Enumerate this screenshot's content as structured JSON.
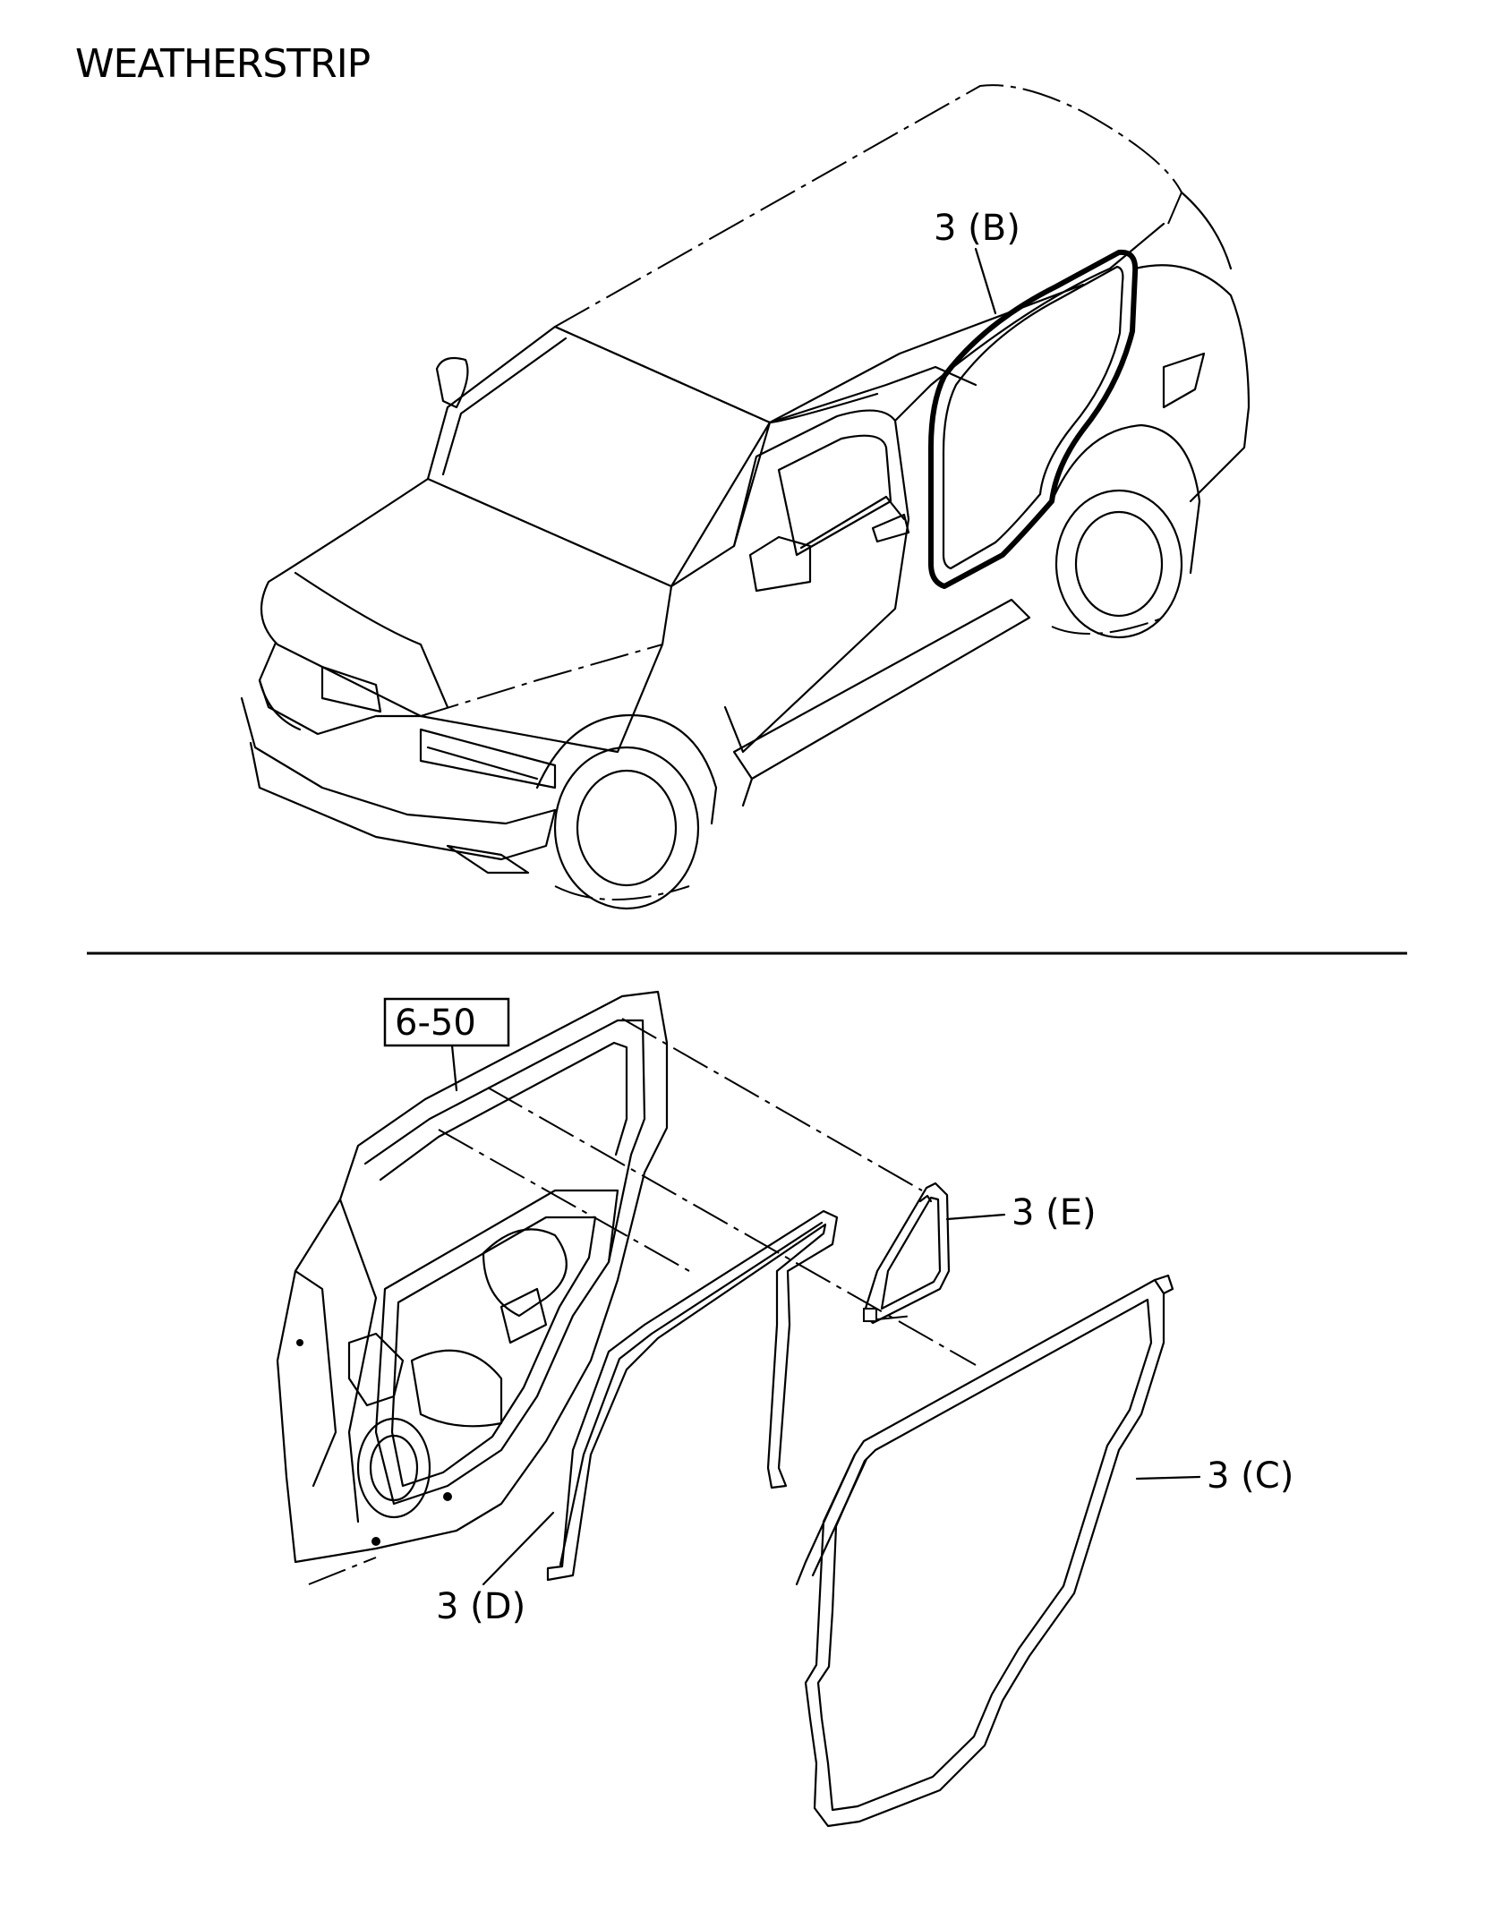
{
  "title": "WEATHERSTRIP",
  "callouts": [
    {
      "id": "b",
      "text": "3 (B)"
    },
    {
      "id": "c",
      "text": "3 (C)"
    },
    {
      "id": "d",
      "text": "3 (D)"
    },
    {
      "id": "e",
      "text": "3 (E)"
    }
  ],
  "reference_box": {
    "text": "6-50"
  }
}
